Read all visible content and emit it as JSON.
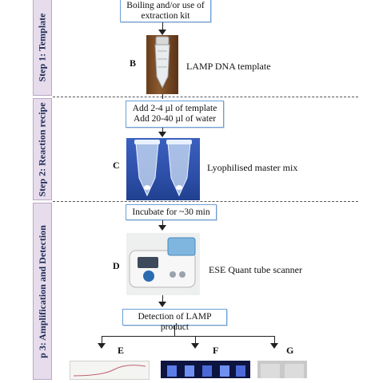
{
  "steps": [
    {
      "label": "Step 1: Template"
    },
    {
      "label": "Step 2: Reaction recipe"
    },
    {
      "label": "p 3: Amplification and Detection"
    }
  ],
  "boxes": {
    "extraction": "Boiling and/or use of extraction kit",
    "reaction_line1": "Add 2-4 µl of template",
    "reaction_line2": "Add 20-40 µl of water",
    "incubate": "Incubate for ~30 min",
    "detection": "Detection of LAMP product"
  },
  "panels": [
    {
      "letter": "B",
      "caption": "LAMP DNA template"
    },
    {
      "letter": "C",
      "caption": "Lyophilised master mix"
    },
    {
      "letter": "D",
      "caption": "ESE Quant tube scanner"
    },
    {
      "letter": "E",
      "caption": ""
    },
    {
      "letter": "F",
      "caption": ""
    },
    {
      "letter": "G",
      "caption": ""
    }
  ],
  "colors": {
    "step_band": "#e6dcec",
    "step_text": "#1d2a55",
    "box_border": "#6b9fd6",
    "photo_blue": "#2d4fa8"
  }
}
